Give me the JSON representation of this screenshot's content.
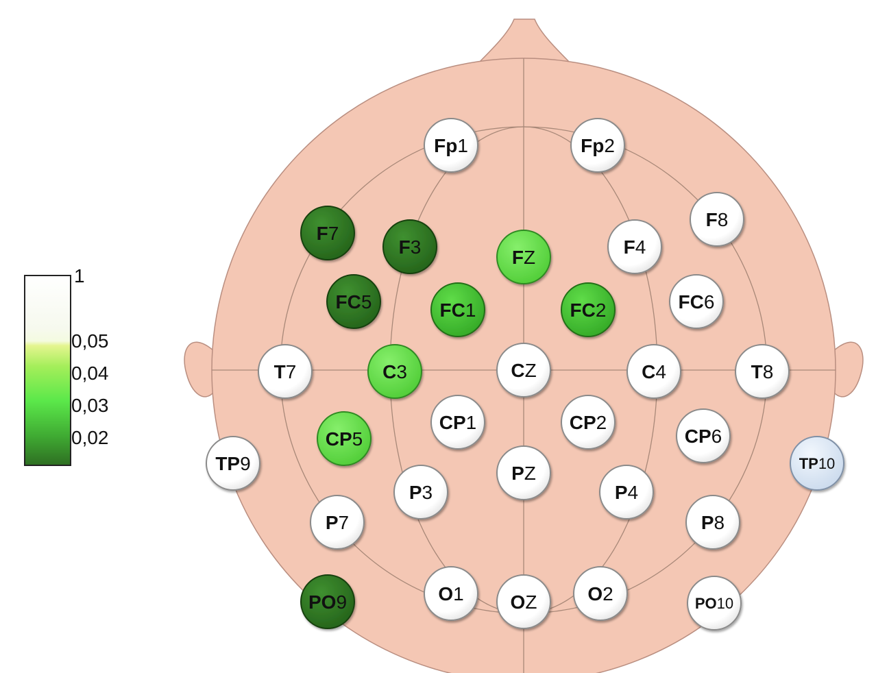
{
  "colors": {
    "head_fill": "#f4c7b4",
    "head_line": "#b98e80",
    "white_electrode": "#ffffff",
    "light_blue_electrode": "#dde8f5",
    "light_green": "#66e04a",
    "medium_green": "#45c433",
    "dark_green": "#2e7d22"
  },
  "color_scale": {
    "max_label": "1",
    "ticks": [
      "0,05",
      "0,04",
      "0,03",
      "0,02"
    ]
  },
  "electrodes": [
    {
      "id": "Fp1",
      "bold": "Fp",
      "rest": "1",
      "color": "white"
    },
    {
      "id": "Fp2",
      "bold": "Fp",
      "rest": "2",
      "color": "white"
    },
    {
      "id": "F7",
      "bold": "F",
      "rest": "7",
      "color": "dark"
    },
    {
      "id": "F3",
      "bold": "F",
      "rest": "3",
      "color": "dark"
    },
    {
      "id": "FZ",
      "bold": "F",
      "rest": "Z",
      "color": "light"
    },
    {
      "id": "F4",
      "bold": "F",
      "rest": "4",
      "color": "white"
    },
    {
      "id": "F8",
      "bold": "F",
      "rest": "8",
      "color": "white"
    },
    {
      "id": "FC5",
      "bold": "FC",
      "rest": "5",
      "color": "dark"
    },
    {
      "id": "FC1",
      "bold": "FC",
      "rest": "1",
      "color": "medium"
    },
    {
      "id": "FC2",
      "bold": "FC",
      "rest": "2",
      "color": "medium"
    },
    {
      "id": "FC6",
      "bold": "FC",
      "rest": "6",
      "color": "white"
    },
    {
      "id": "T7",
      "bold": "T",
      "rest": "7",
      "color": "white"
    },
    {
      "id": "C3",
      "bold": "C",
      "rest": "3",
      "color": "light"
    },
    {
      "id": "CZ",
      "bold": "C",
      "rest": "Z",
      "color": "white"
    },
    {
      "id": "C4",
      "bold": "C",
      "rest": "4",
      "color": "white"
    },
    {
      "id": "T8",
      "bold": "T",
      "rest": "8",
      "color": "white"
    },
    {
      "id": "CP1",
      "bold": "CP",
      "rest": "1",
      "color": "white"
    },
    {
      "id": "CP2",
      "bold": "CP",
      "rest": "2",
      "color": "white"
    },
    {
      "id": "CP5",
      "bold": "CP",
      "rest": "5",
      "color": "light"
    },
    {
      "id": "CP6",
      "bold": "CP",
      "rest": "6",
      "color": "white"
    },
    {
      "id": "TP9",
      "bold": "TP",
      "rest": "9",
      "color": "white"
    },
    {
      "id": "TP10",
      "bold": "TP",
      "rest": "10",
      "color": "lightblue"
    },
    {
      "id": "P3",
      "bold": "P",
      "rest": "3",
      "color": "white"
    },
    {
      "id": "PZ",
      "bold": "P",
      "rest": "Z",
      "color": "white"
    },
    {
      "id": "P4",
      "bold": "P",
      "rest": "4",
      "color": "white"
    },
    {
      "id": "P7",
      "bold": "P",
      "rest": "7",
      "color": "white"
    },
    {
      "id": "P8",
      "bold": "P",
      "rest": "8",
      "color": "white"
    },
    {
      "id": "O1",
      "bold": "O",
      "rest": "1",
      "color": "white"
    },
    {
      "id": "OZ",
      "bold": "O",
      "rest": "Z",
      "color": "white"
    },
    {
      "id": "O2",
      "bold": "O",
      "rest": "2",
      "color": "white"
    },
    {
      "id": "PO9",
      "bold": "PO",
      "rest": "9",
      "color": "dark"
    },
    {
      "id": "PO10",
      "bold": "PO",
      "rest": "10",
      "color": "white"
    }
  ]
}
